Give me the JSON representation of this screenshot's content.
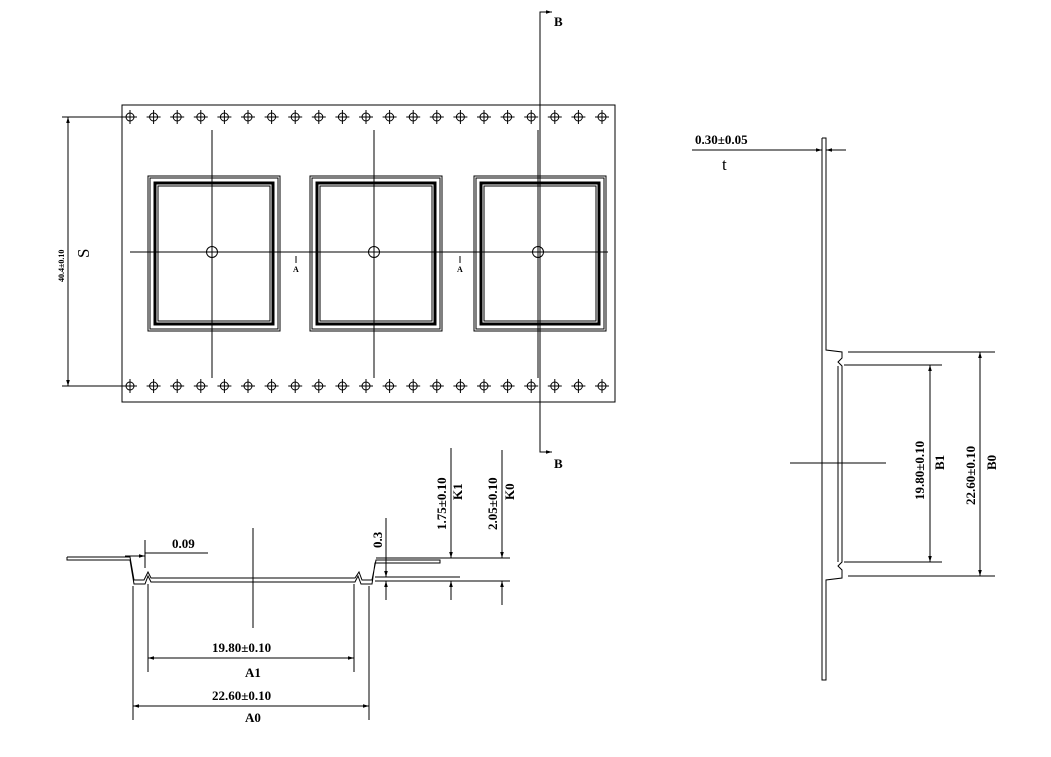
{
  "top_view": {
    "section_label_top": "B",
    "section_label_bottom": "B",
    "pitch_label": "40.4±0.10",
    "pitch_symbol": "S",
    "section_marker_a1": "A",
    "section_marker_a2": "A",
    "sprocket_holes_per_row": 21,
    "pocket_count": 3
  },
  "section_a": {
    "offset_label": "0.09",
    "wall_label": "0.3",
    "k1_value": "1.75±0.10",
    "k1_symbol": "K1",
    "k0_value": "2.05±0.10",
    "k0_symbol": "K0",
    "a1_value": "19.80±0.10",
    "a1_symbol": "A1",
    "a0_value": "22.60±0.10",
    "a0_symbol": "A0"
  },
  "section_b": {
    "t_value": "0.30±0.05",
    "t_symbol": "t",
    "b1_value": "19.80±0.10",
    "b1_symbol": "B1",
    "b0_value": "22.60±0.10",
    "b0_symbol": "B0"
  }
}
